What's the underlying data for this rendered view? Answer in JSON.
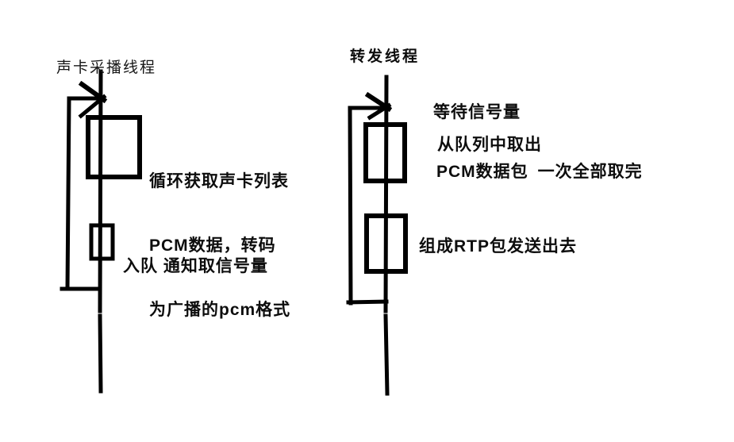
{
  "canvas": {
    "background": "#ffffff",
    "stroke_color": "#000000",
    "text_color": "#0d0d0d"
  },
  "left_thread": {
    "title": "声卡采播线程",
    "process_note_lines": [
      "循环获取声卡列表",
      "PCM数据，转码",
      "为广播的pcm格式"
    ],
    "enqueue_note": "入队 通知取信号量"
  },
  "right_thread": {
    "title": "转发线程",
    "wait_note": "等待信号量",
    "dequeue_note_line1": "从队列中取出",
    "dequeue_note_line2": "PCM数据包",
    "dequeue_note_aside": "一次全部取完",
    "send_note": "组成RTP包发送出去"
  }
}
